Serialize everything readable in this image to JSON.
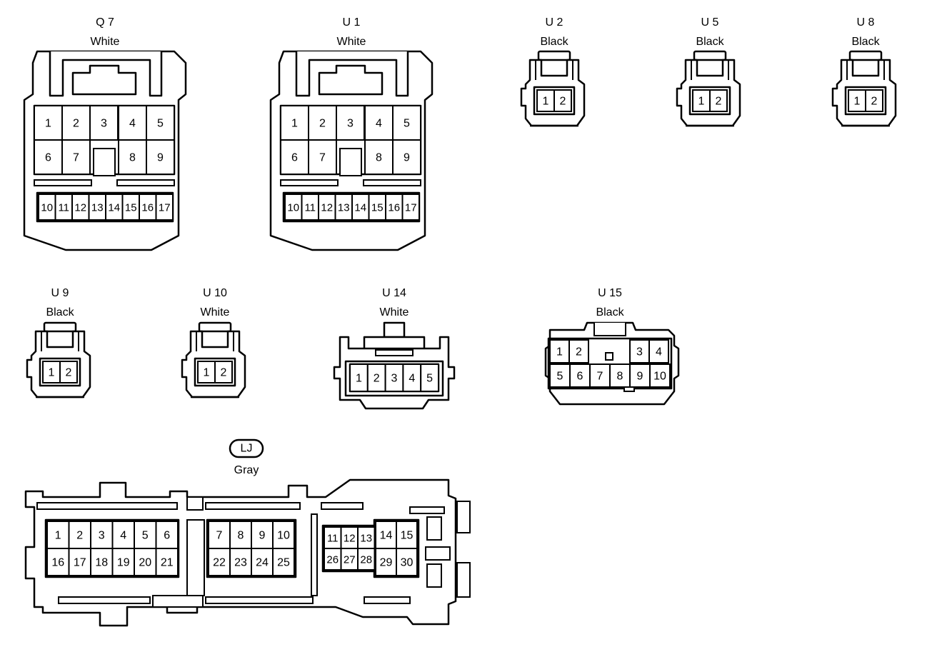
{
  "connectors": [
    {
      "id": "Q7",
      "name": "Q 7",
      "color": "White",
      "pins": [
        "1",
        "2",
        "3",
        "4",
        "5",
        "6",
        "7",
        "8",
        "9",
        "10",
        "11",
        "12",
        "13",
        "14",
        "15",
        "16",
        "17"
      ]
    },
    {
      "id": "U1",
      "name": "U 1",
      "color": "White",
      "pins": [
        "1",
        "2",
        "3",
        "4",
        "5",
        "6",
        "7",
        "8",
        "9",
        "10",
        "11",
        "12",
        "13",
        "14",
        "15",
        "16",
        "17"
      ]
    },
    {
      "id": "U2",
      "name": "U 2",
      "color": "Black",
      "pins": [
        "1",
        "2"
      ]
    },
    {
      "id": "U5",
      "name": "U 5",
      "color": "Black",
      "pins": [
        "1",
        "2"
      ]
    },
    {
      "id": "U8",
      "name": "U 8",
      "color": "Black",
      "pins": [
        "1",
        "2"
      ]
    },
    {
      "id": "U9",
      "name": "U 9",
      "color": "Black",
      "pins": [
        "1",
        "2"
      ]
    },
    {
      "id": "U10",
      "name": "U 10",
      "color": "White",
      "pins": [
        "1",
        "2"
      ]
    },
    {
      "id": "U14",
      "name": "U 14",
      "color": "White",
      "pins": [
        "1",
        "2",
        "3",
        "4",
        "5"
      ]
    },
    {
      "id": "U15",
      "name": "U 15",
      "color": "Black",
      "pins": [
        "1",
        "2",
        "3",
        "4",
        "5",
        "6",
        "7",
        "8",
        "9",
        "10"
      ]
    },
    {
      "id": "LJ",
      "name": "LJ",
      "color": "Gray",
      "pins": [
        "1",
        "2",
        "3",
        "4",
        "5",
        "6",
        "7",
        "8",
        "9",
        "10",
        "11",
        "12",
        "13",
        "14",
        "15",
        "16",
        "17",
        "18",
        "19",
        "20",
        "21",
        "22",
        "23",
        "24",
        "25",
        "26",
        "27",
        "28",
        "29",
        "30"
      ]
    }
  ]
}
